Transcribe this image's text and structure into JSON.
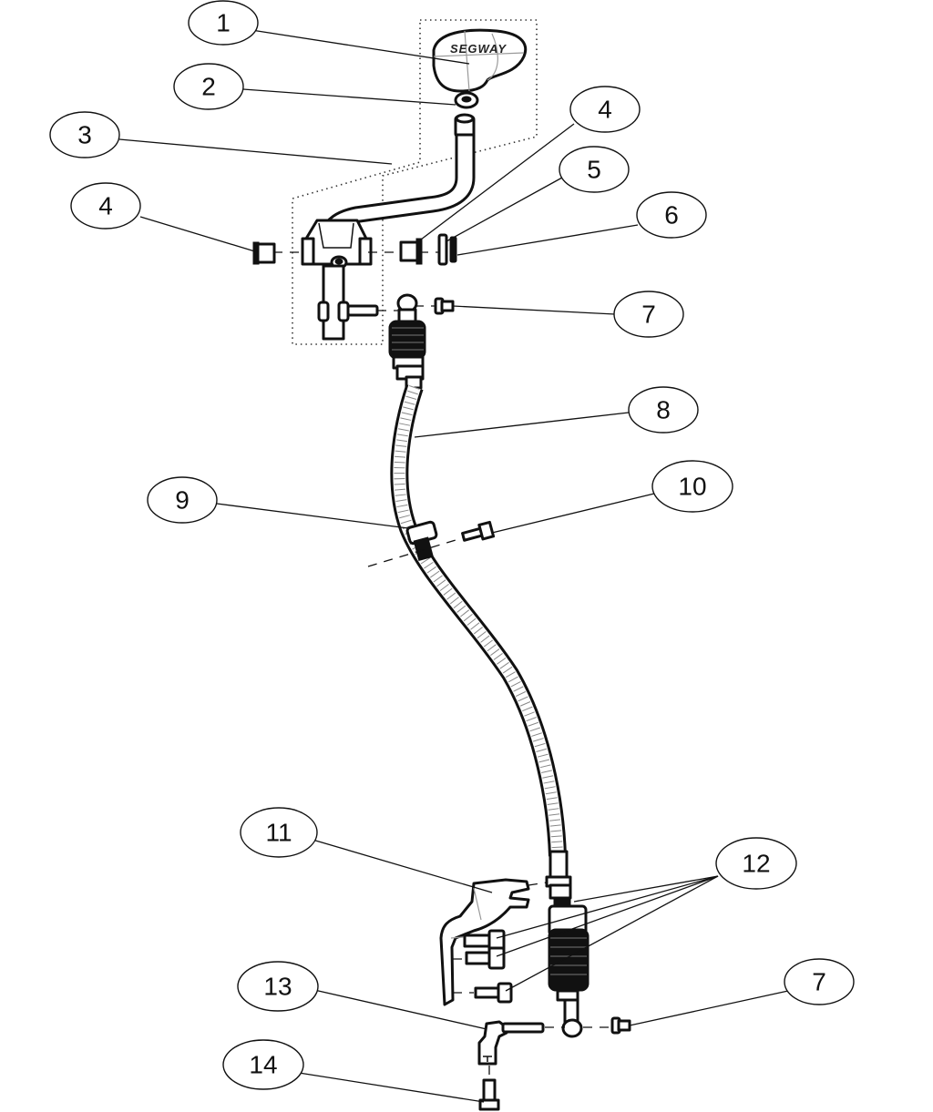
{
  "diagram": {
    "title": "Gear shift lever and shift cable assembly (exploded view)",
    "knob_branding": "SEGWAY",
    "callouts": [
      {
        "id": "c1",
        "label": "1",
        "part": "shift-knob"
      },
      {
        "id": "c2",
        "label": "2",
        "part": "knob-nut"
      },
      {
        "id": "c3",
        "label": "3",
        "part": "shift-lever-assembly"
      },
      {
        "id": "c4a",
        "label": "4",
        "part": "bushing-left"
      },
      {
        "id": "c4b",
        "label": "4",
        "part": "bushing-right"
      },
      {
        "id": "c5",
        "label": "5",
        "part": "washer"
      },
      {
        "id": "c6",
        "label": "6",
        "part": "o-ring"
      },
      {
        "id": "c7a",
        "label": "7",
        "part": "clip-upper"
      },
      {
        "id": "c8",
        "label": "8",
        "part": "shift-cable"
      },
      {
        "id": "c9",
        "label": "9",
        "part": "cable-clamp"
      },
      {
        "id": "c10",
        "label": "10",
        "part": "clamp-bolt"
      },
      {
        "id": "c11",
        "label": "11",
        "part": "cable-bracket"
      },
      {
        "id": "c12",
        "label": "12",
        "part": "bracket-bolts"
      },
      {
        "id": "c7b",
        "label": "7",
        "part": "clip-lower"
      },
      {
        "id": "c13",
        "label": "13",
        "part": "shift-arm"
      },
      {
        "id": "c14",
        "label": "14",
        "part": "arm-bolt"
      }
    ]
  }
}
